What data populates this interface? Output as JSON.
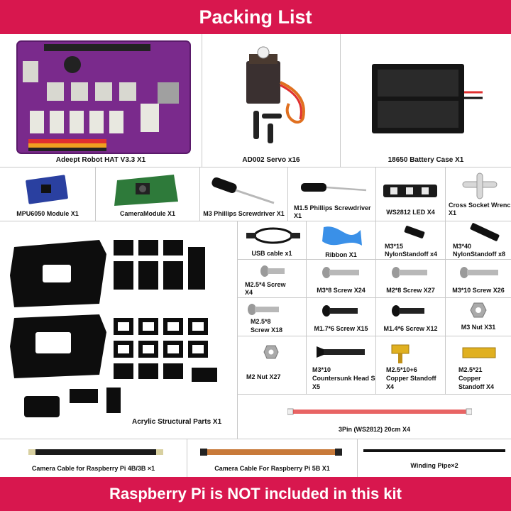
{
  "header": {
    "title": "Packing List"
  },
  "footer": {
    "notice": "Raspberry Pi is NOT included in this kit"
  },
  "items": {
    "robot_hat": "Adeept Robot HAT V3.3 X1",
    "servo": "AD002 Servo x16",
    "battery_case": "18650 Battery Case X1",
    "mpu6050": "MPU6050 Module  X1",
    "camera_module": "CameraModule X1",
    "m3_screwdriver": "M3 Phillips Screwdriver X1",
    "m15_screwdriver_1": "M1.5 Phillips Screwdriver",
    "m15_screwdriver_2": "X1",
    "ws2812_led": "WS2812 LED  X4",
    "wrench_1": "Cross Socket Wrench",
    "wrench_2": "X1",
    "usb_cable": "USB cable x1",
    "ribbon": "Ribbon X1",
    "standoff_m3x15_1": "M3*15",
    "standoff_m3x15_2": "NylonStandoff x4",
    "standoff_m3x40_1": "M3*40",
    "standoff_m3x40_2": "NylonStandoff x8",
    "screw_m25x4_1": "M2.5*4 Screw",
    "screw_m25x4_2": "X4",
    "screw_m3x8": "M3*8 Screw X24",
    "screw_m2x8": "M2*8 Screw X27",
    "screw_m3x10": "M3*10 Screw X26",
    "screw_m25x8_1": "M2.5*8",
    "screw_m25x8_2": "Screw X18",
    "screw_m17x6": "M1.7*6 Screw X15",
    "screw_m14x6": "M1.4*6 Screw X12",
    "nut_m3": "M3 Nut X31",
    "nut_m2": "M2 Nut  X27",
    "countersunk_1": "M3*10",
    "countersunk_2": "Countersunk Head Screw",
    "countersunk_3": "X5",
    "copper_standoff_1_1": "M2.5*10+6",
    "copper_standoff_1_2": "Copper Standoff",
    "copper_standoff_1_3": "X4",
    "copper_standoff_2_1": "M2.5*21",
    "copper_standoff_2_2": "Copper",
    "copper_standoff_2_3": "Standoff X4",
    "acrylic_parts": "Acrylic Structural Parts X1",
    "pin_cable": "3Pin (WS2812) 20cm X4",
    "camera_cable_4b": "Camera Cable for Raspberry Pi 4B/3B ×1",
    "camera_cable_5b": "Camera Cable For Raspberry Pi 5B X1",
    "winding_pipe": "Winding Pipe×2"
  },
  "colors": {
    "banner": "#d8174e",
    "board": "#7a2a8c",
    "acrylic": "#0d0d0d",
    "brass": "#e0b020",
    "red_wire": "#e03030"
  }
}
